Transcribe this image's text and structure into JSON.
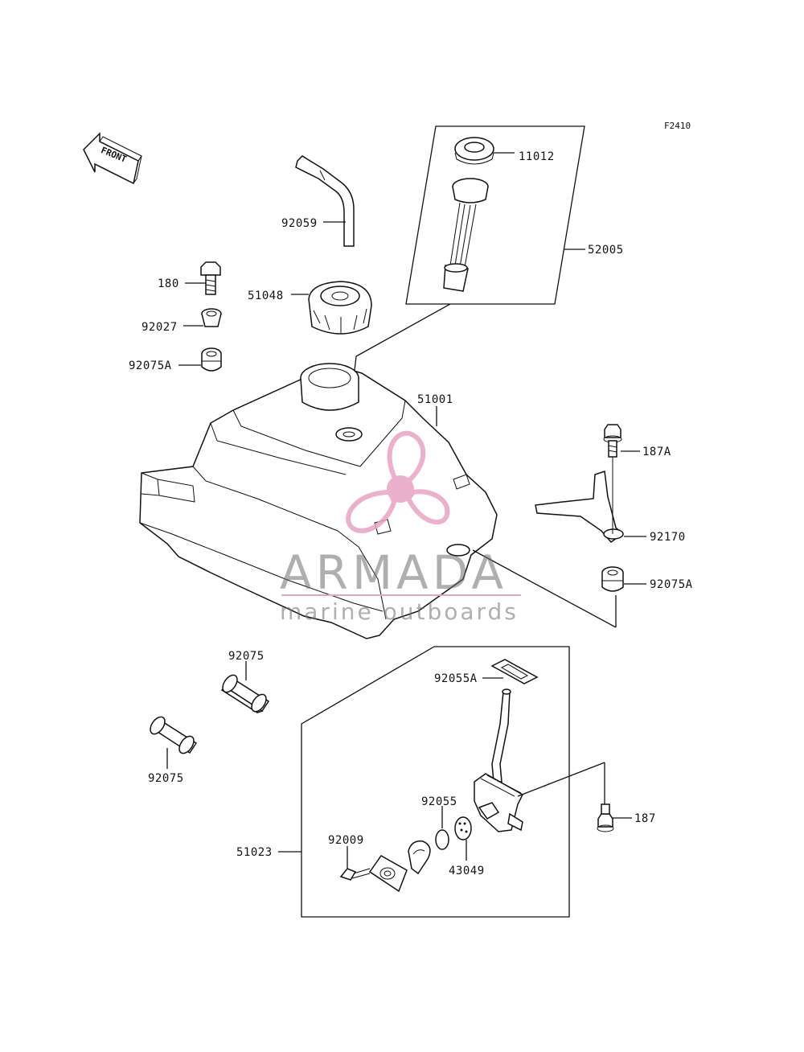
{
  "diagram_code": "F2410",
  "front_label": "FRONT",
  "watermark": {
    "title": "ARMADA",
    "subtitle": "marine outboards",
    "accent_color": "#e8a3c4",
    "text_color": "#6e6e6e"
  },
  "parts": {
    "p11012": "11012",
    "p52005": "52005",
    "p92059": "92059",
    "p180": "180",
    "p51048": "51048",
    "p92027": "92027",
    "p92075A_left": "92075A",
    "p51001": "51001",
    "p187A": "187A",
    "p92170": "92170",
    "p92075A_right": "92075A",
    "p92075_top": "92075",
    "p92075_bottom": "92075",
    "p92055A": "92055A",
    "p92055": "92055",
    "p187": "187",
    "p51023": "51023",
    "p92009": "92009",
    "p43049": "43049"
  }
}
